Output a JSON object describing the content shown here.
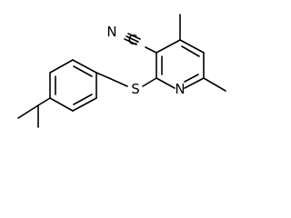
{
  "structure": {
    "atoms": {
      "nitrogen_nitrile": "N",
      "carbon_nitrile": "C",
      "sulfur": "S",
      "nitrogen_ring": "N"
    }
  }
}
